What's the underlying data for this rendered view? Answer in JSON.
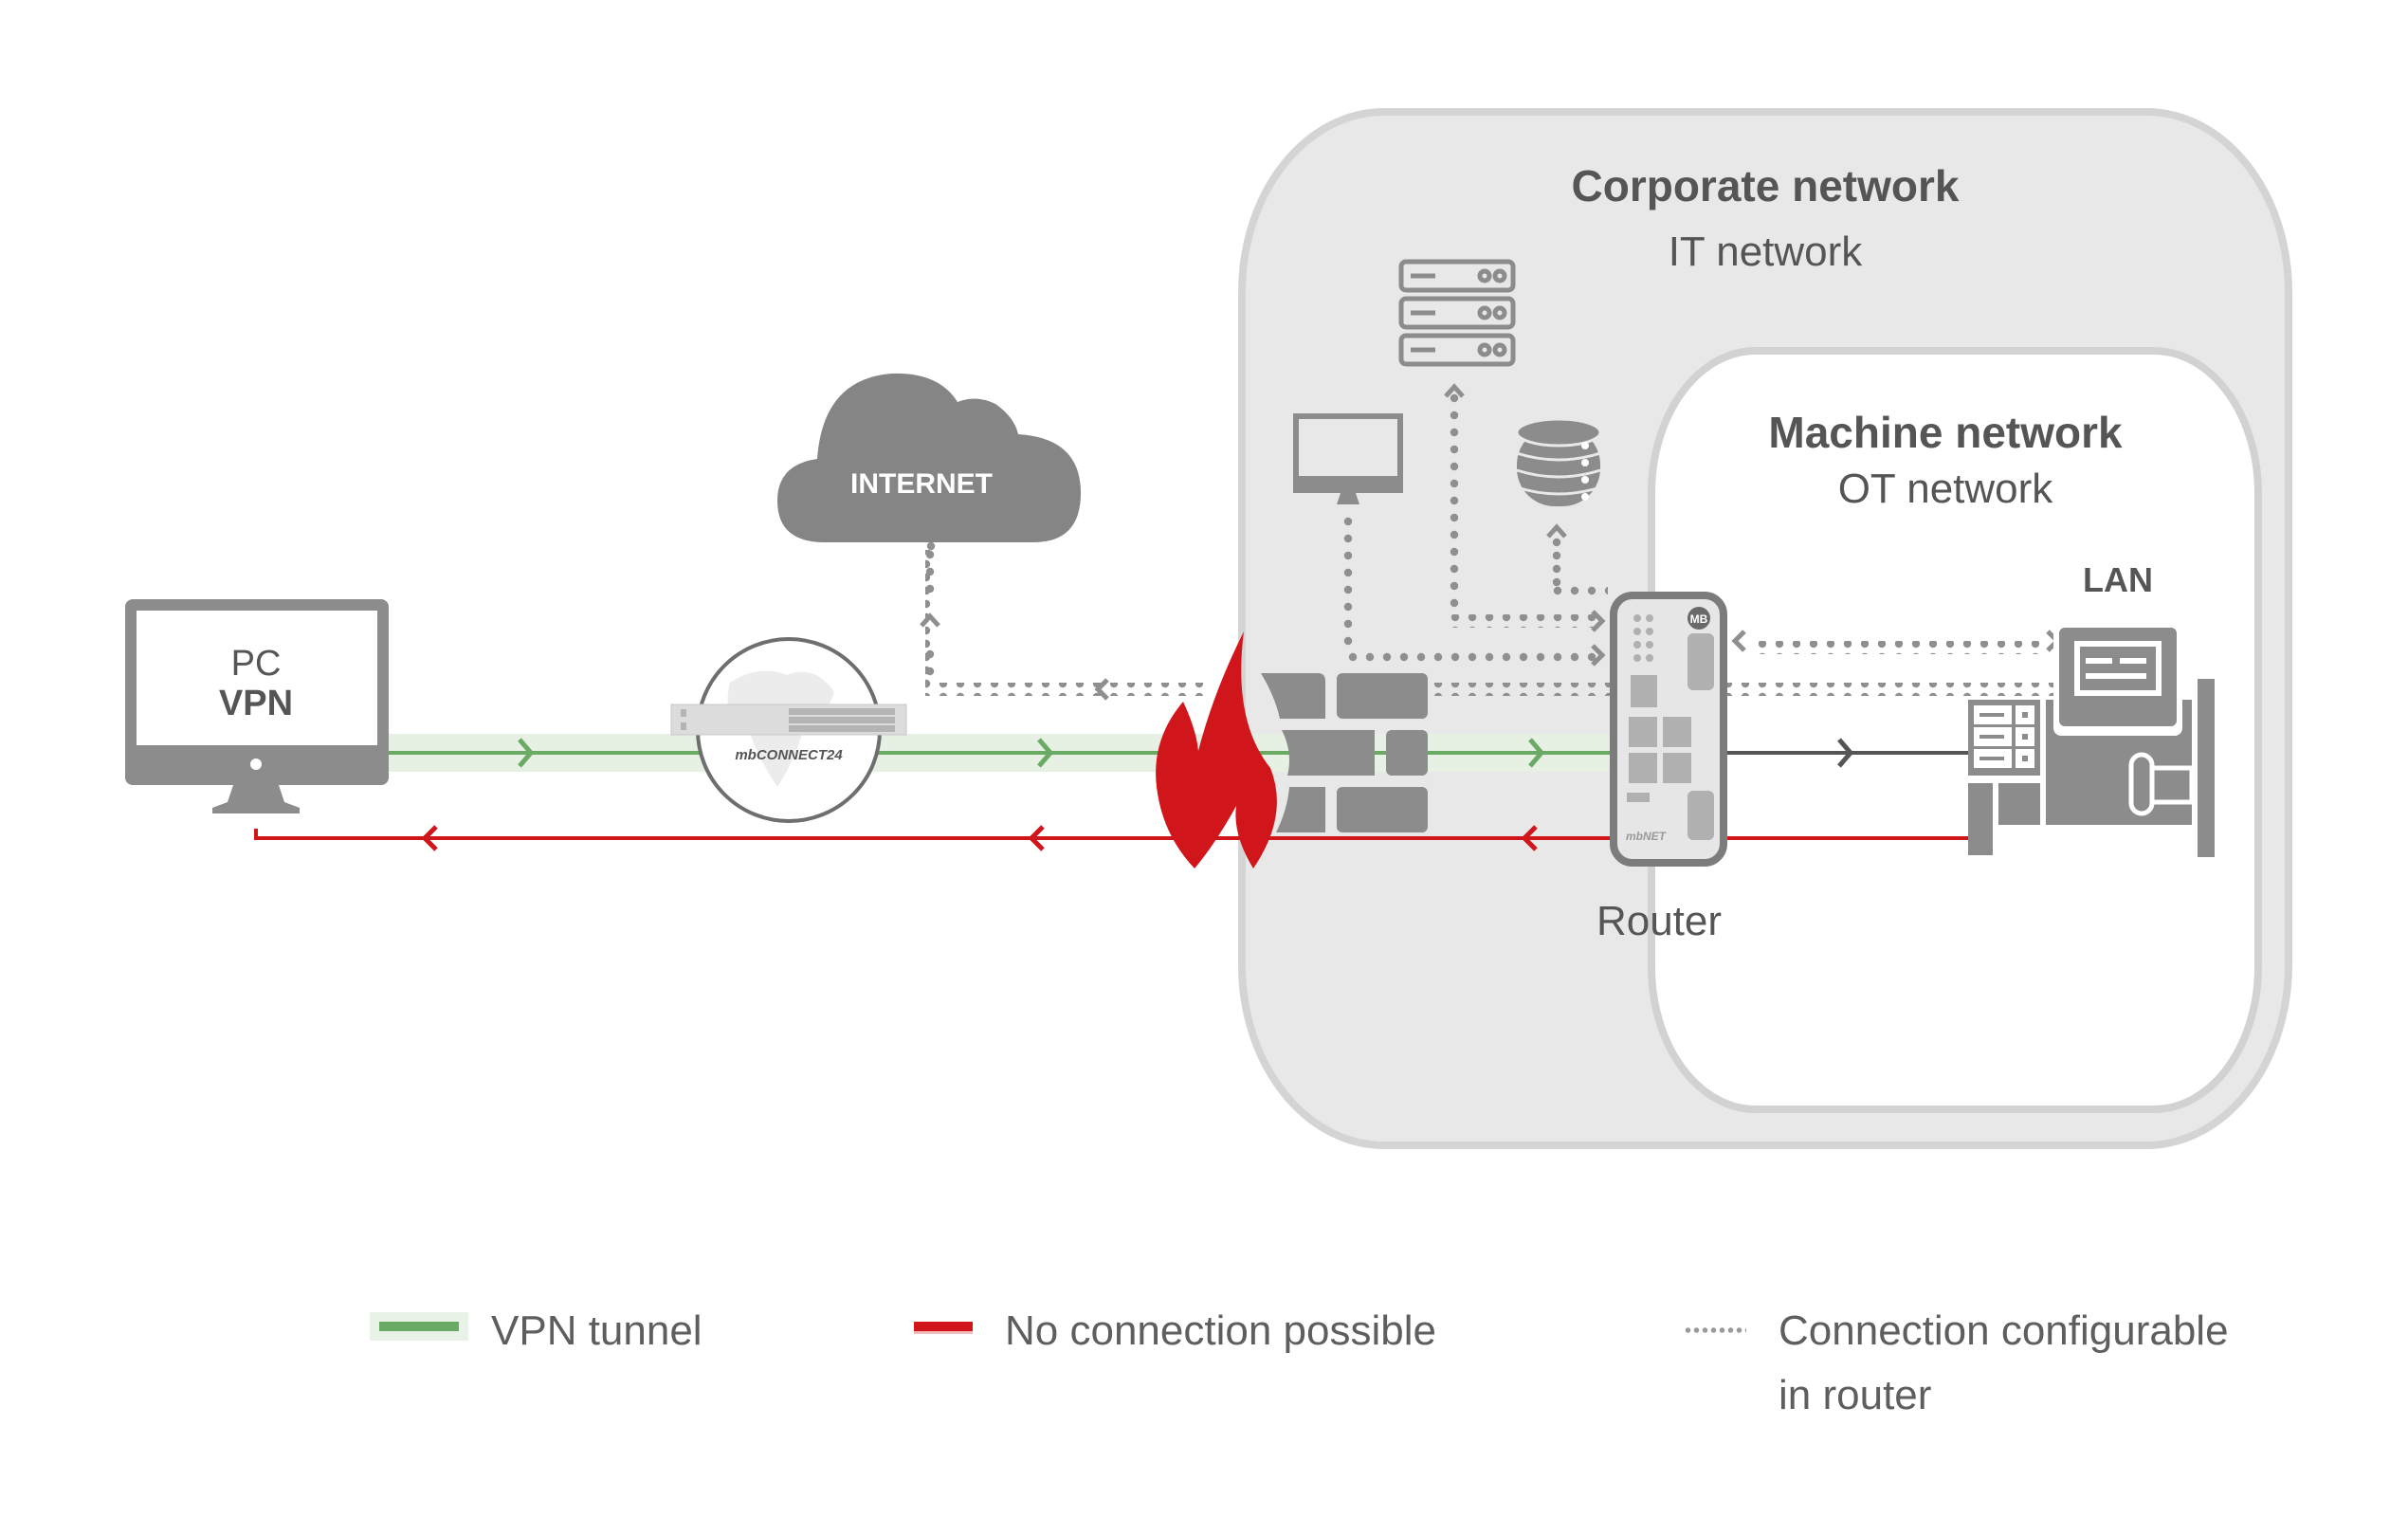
{
  "diagram": {
    "pc": {
      "line1": "PC",
      "line2": "VPN"
    },
    "internet": {
      "label": "INTERNET"
    },
    "server_brand": "mbCONNECT24",
    "router_brand": "mbNET",
    "router_badge": "MB",
    "corporate": {
      "title": "Corporate network",
      "subtitle": "IT network"
    },
    "machine": {
      "title": "Machine network",
      "subtitle": "OT network"
    },
    "lan_label": "LAN",
    "router_label": "Router"
  },
  "legend": [
    {
      "type": "vpn",
      "label": "VPN tunnel",
      "color": "#6aaa64"
    },
    {
      "type": "blocked",
      "label": "No connection possible",
      "color": "#d0161b"
    },
    {
      "type": "configurable",
      "label_line1": "Connection configurable",
      "label_line2": "in router",
      "color": "#9a9a9a"
    }
  ],
  "colors": {
    "device_gray": "#8c8c8c",
    "corporate_bg": "#e8e8e8",
    "corporate_border": "#d4d4d4",
    "vpn_green": "#6aaa64",
    "vpn_band": "#e6f1e4",
    "blocked_red": "#d0161b",
    "fire_red": "#d0161b"
  }
}
